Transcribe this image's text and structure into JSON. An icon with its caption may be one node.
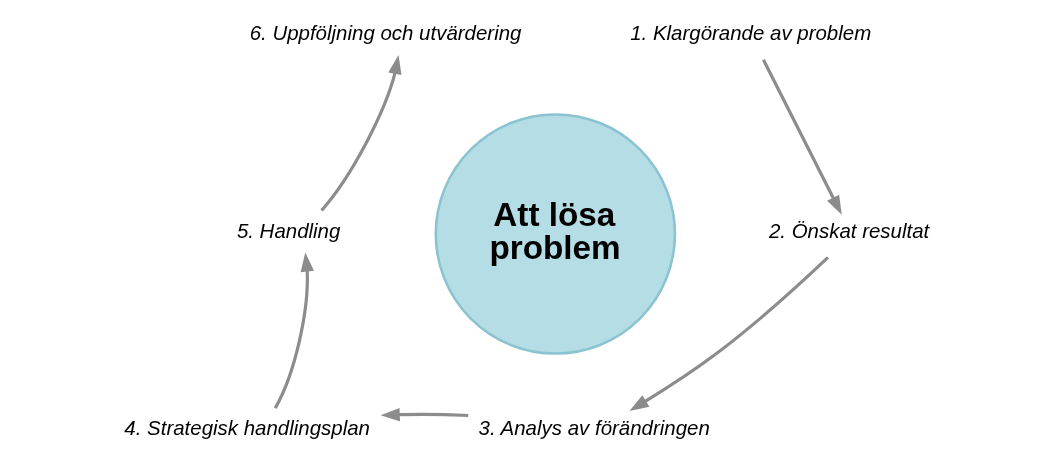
{
  "diagram": {
    "nodes": [
      {
        "text": [
          "Att lösa problem"
        ]
      },
      {
        "text": [
          "1. Klargörande av problem"
        ]
      },
      {
        "text": [
          "2. Önskat resultat"
        ]
      },
      {
        "text": [
          "3. Analys av förändringen"
        ]
      },
      {
        "text": [
          "4. Strategisk handlingsplan"
        ]
      },
      {
        "text": [
          "5. Handling"
        ]
      },
      {
        "text": [
          "6. Uppföljning och utvärdering"
        ]
      }
    ],
    "edges": [
      {
        "from": 1,
        "to": 2,
        "arrow": "to"
      },
      {
        "from": 2,
        "to": 3,
        "arrow": "to"
      },
      {
        "from": 3,
        "to": 4,
        "arrow": "to"
      },
      {
        "from": 4,
        "to": 5,
        "arrow": "to"
      },
      {
        "from": 5,
        "to": 6,
        "arrow": "to"
      }
    ]
  }
}
